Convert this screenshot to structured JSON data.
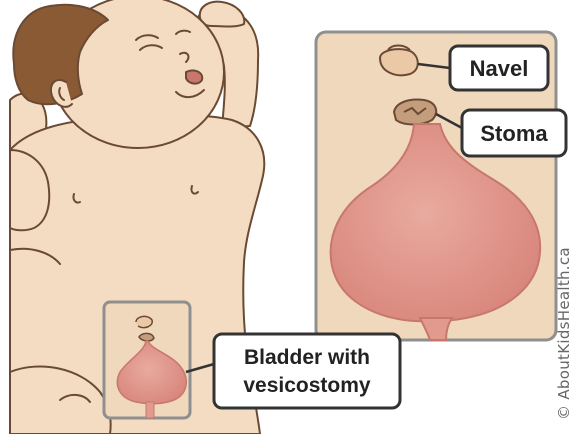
{
  "labels": {
    "navel": "Navel",
    "stoma": "Stoma",
    "bladder_line1": "Bladder with",
    "bladder_line2": "vesicostomy"
  },
  "copyright": "© AboutKidsHealth.ca",
  "colors": {
    "skin": "#f3dcc2",
    "skin_outline": "#6b4a34",
    "hair": "#8a5a35",
    "bladder": "#e29a8f",
    "stoma": "#c49d7c",
    "inset_bg": "#f0d8bd",
    "frame": "#8f8f8f"
  },
  "icons": [
    "baby-illustration",
    "bladder-icon",
    "stoma-icon",
    "navel-icon"
  ]
}
